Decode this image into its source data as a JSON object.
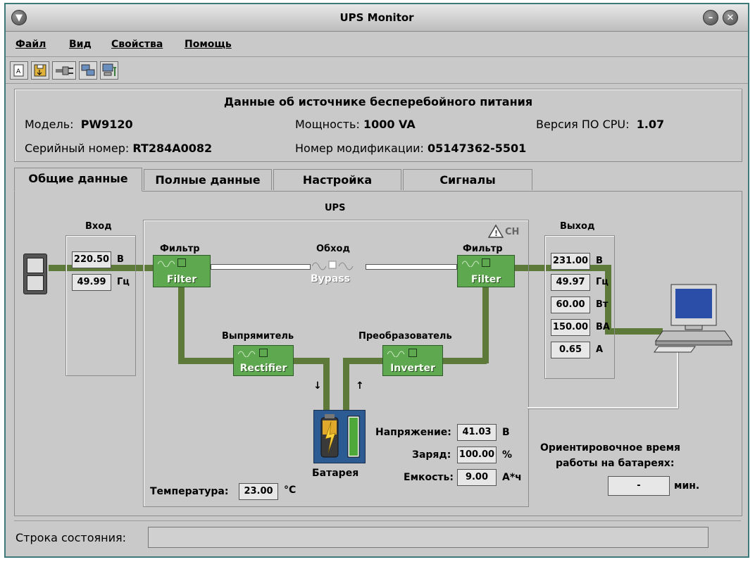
{
  "window": {
    "title": "UPS Monitor"
  },
  "menu": {
    "file": "Файл",
    "view": "Вид",
    "properties": "Свойства",
    "help": "Помощь"
  },
  "info": {
    "title": "Данные об источнике бесперебойного питания",
    "model_label": "Модель:",
    "model_value": "PW9120",
    "power_label": "Мощность:",
    "power_value": "1000 VA",
    "cpu_label": "Версия ПО CPU:",
    "cpu_value": "1.07",
    "serial_label": "Серийный номер:",
    "serial_value": "RT284A0082",
    "mod_label": "Номер модификации:",
    "mod_value": "05147362-5501"
  },
  "tabs": {
    "general": "Общие данные",
    "full": "Полные данные",
    "settings": "Настройка",
    "signals": "Сигналы"
  },
  "diagram": {
    "ups_label": "UPS",
    "input_label": "Вход",
    "input_voltage": "220.50",
    "input_voltage_unit": "В",
    "input_freq": "49.99",
    "input_freq_unit": "Гц",
    "filter_label_left": "Фильтр",
    "filter_label_right": "Фильтр",
    "filter_text_left": "Filter",
    "filter_text_right": "Filter",
    "bypass_label": "Обход",
    "bypass_text": "Bypass",
    "ch_label": "CH",
    "rectifier_label": "Выпрямитель",
    "rectifier_text": "Rectifier",
    "inverter_label": "Преобразователь",
    "inverter_text": "Inverter",
    "output_label": "Выход",
    "out_voltage": "231.00",
    "out_voltage_unit": "В",
    "out_freq": "49.97",
    "out_freq_unit": "Гц",
    "out_power_w": "60.00",
    "out_power_w_unit": "Вт",
    "out_power_va": "150.00",
    "out_power_va_unit": "ВА",
    "out_current": "0.65",
    "out_current_unit": "А",
    "battery_label": "Батарея",
    "voltage_label": "Напряжение:",
    "voltage_value": "41.03",
    "voltage_unit": "В",
    "charge_label": "Заряд:",
    "charge_value": "100.00",
    "charge_unit": "%",
    "capacity_label": "Емкость:",
    "capacity_value": "9.00",
    "capacity_unit": "А*ч",
    "temp_label": "Температура:",
    "temp_value": "23.00",
    "temp_unit": "°С",
    "runtime_label_1": "Ориентировочное время",
    "runtime_label_2": "работы на батареях:",
    "runtime_value": "-",
    "runtime_unit": "мин."
  },
  "status": {
    "label": "Строка состояния:",
    "value": ""
  },
  "colors": {
    "wire": "#5e7a3a",
    "block": "#5ea84f",
    "window_border": "#3b7a78"
  }
}
